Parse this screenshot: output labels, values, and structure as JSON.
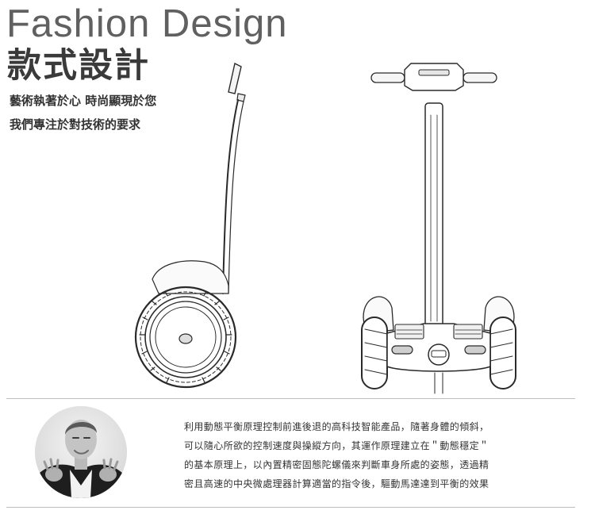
{
  "header": {
    "title_en": "Fashion Design",
    "title_zh": "款式設計",
    "tagline_line1": "藝術執著於心 時尚顯現於您",
    "tagline_line2": "我們專注於對技術的要求"
  },
  "icons": {
    "side_view": "balance-scooter-side-sketch",
    "front_view": "balance-scooter-front-sketch",
    "designer": "designer-portrait"
  },
  "description": {
    "lines": [
      "利用動態平衡原理控制前進後退的高科技智能產品，隨著身體的傾斜，",
      "可以隨心所欲的控制速度與操縱方向，其運作原理建立在＂動態穩定＂",
      "的基本原理上，以內置精密固態陀螺儀來判斷車身所處的姿態，透過精",
      "密且高速的中央微處理器計算適當的指令後，驅動馬達達到平衡的效果"
    ]
  }
}
